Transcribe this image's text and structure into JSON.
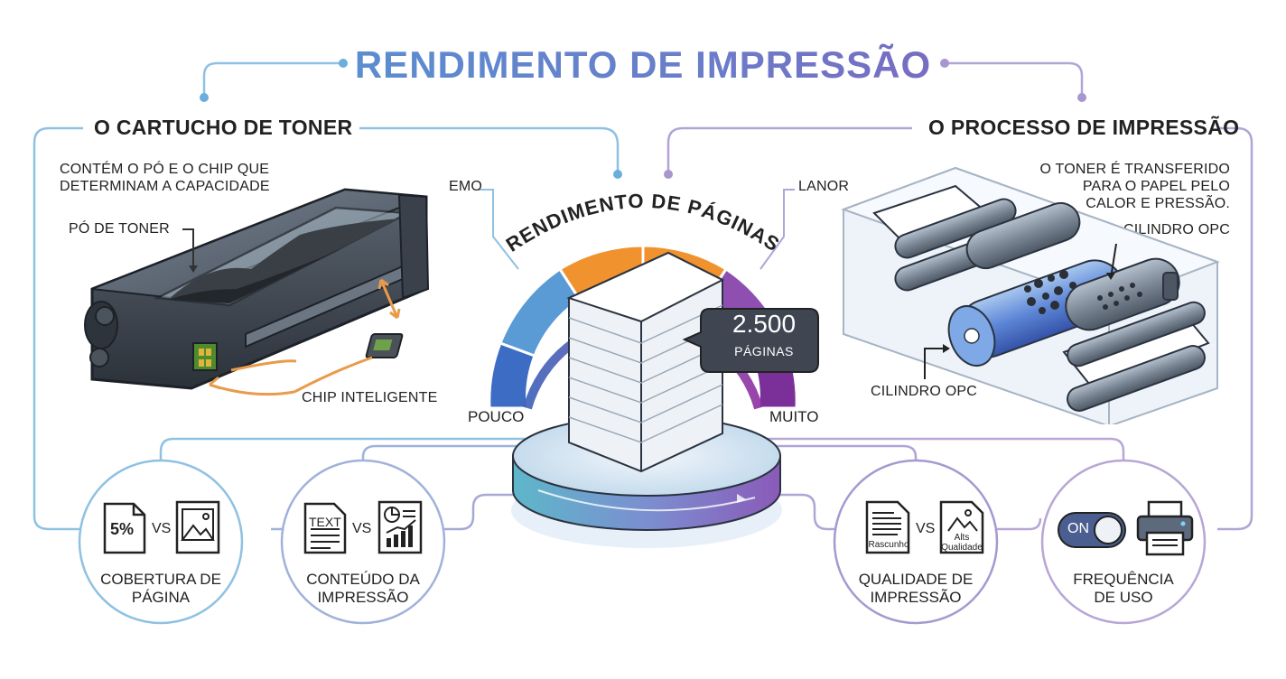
{
  "title": "RENDIMENTO DE IMPRESSÃO",
  "cartridge": {
    "heading": "O CARTUCHO DE TONER",
    "desc_line1": "CONTÉM O PÓ E O CHIP QUE",
    "desc_line2": "DETERMINAM A CAPACIDADE",
    "toner_label": "PÓ DE TONER",
    "chip_label": "CHIP INTELIGENTE"
  },
  "process": {
    "heading": "O PROCESSO DE IMPRESSÃO",
    "desc_line1": "O TONER É TRANSFERIDO",
    "desc_line2": "PARA O PAPEL PELO",
    "desc_line3": "CALOR E PRESSÃO.",
    "drum_label_top": "CILINDRO OPC",
    "drum_label_bottom": "CILINDRO OPC"
  },
  "gauge": {
    "title": "RENDIMENTO DE PÁGINAS",
    "label_top_left": "EMO",
    "label_top_right": "LANOR",
    "label_low": "POUCO",
    "label_high": "MUITO",
    "callout_value": "2.500",
    "callout_unit": "PÁGINAS",
    "colors": [
      "#5b9bd5",
      "#5b9bd5",
      "#f0922e",
      "#f0922e",
      "#8e4fb0"
    ]
  },
  "factors": [
    {
      "line1": "COBERTURA DE",
      "line2": "PÁGINA",
      "icon_a_text": "5%",
      "vs": "VS",
      "icon_a": "document-icon",
      "icon_b": "image-icon"
    },
    {
      "line1": "CONTEÚDO DA",
      "line2": "IMPRESSÃO",
      "icon_a_text": "TEXT",
      "vs": "VS",
      "icon_a": "text-document-icon",
      "icon_b": "chart-document-icon"
    },
    {
      "line1": "QUALIDADE DE",
      "line2": "IMPRESSÃO",
      "icon_a_text": "Rascunho",
      "icon_b_text1": "Alts",
      "icon_b_text2": "Qualidade",
      "vs": "VS",
      "icon_a": "draft-document-icon",
      "icon_b": "quality-image-icon"
    },
    {
      "line1": "FREQUÊNCIA",
      "line2": "DE USO",
      "toggle_text": "ON",
      "icon_a": "toggle-switch-icon",
      "icon_b": "printer-icon"
    }
  ]
}
